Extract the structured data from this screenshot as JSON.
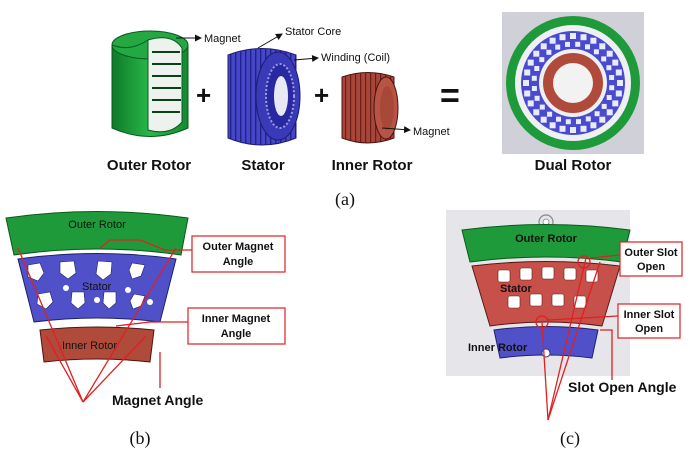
{
  "panel_a": {
    "label": "(a)",
    "callouts": {
      "magnet_outer": "Magnet",
      "stator_core": "Stator Core",
      "winding": "Winding (Coil)",
      "magnet_inner": "Magnet"
    },
    "operators": {
      "plus1": "+",
      "plus2": "+",
      "equals": "="
    },
    "captions": {
      "outer_rotor": "Outer Rotor",
      "stator": "Stator",
      "inner_rotor": "Inner Rotor",
      "dual_rotor": "Dual Rotor"
    }
  },
  "panel_b": {
    "label": "(b)",
    "part_labels": {
      "outer_rotor": "Outer Rotor",
      "stator": "Stator",
      "inner_rotor": "Inner Rotor"
    },
    "box_outer_magnet": [
      "Outer Magnet",
      "Angle"
    ],
    "box_inner_magnet": [
      "Inner Magnet",
      "Angle"
    ],
    "magnet_angle": "Magnet Angle"
  },
  "panel_c": {
    "label": "(c)",
    "part_labels": {
      "outer_rotor": "Outer Rotor",
      "stator": "Stator",
      "inner_rotor": "Inner Rotor"
    },
    "box_outer_slot": [
      "Outer Slot",
      "Open"
    ],
    "box_inner_slot": [
      "Inner Slot",
      "Open"
    ],
    "slot_open_angle": "Slot Open Angle"
  },
  "colors": {
    "outer_rotor": "#1f9a3a",
    "stator_blue": "#4a4ad0",
    "inner_rotor": "#b04a3a",
    "callout_red": "#e02020",
    "stator_red": "#c8504a",
    "rotor_blue": "#5050c8"
  }
}
